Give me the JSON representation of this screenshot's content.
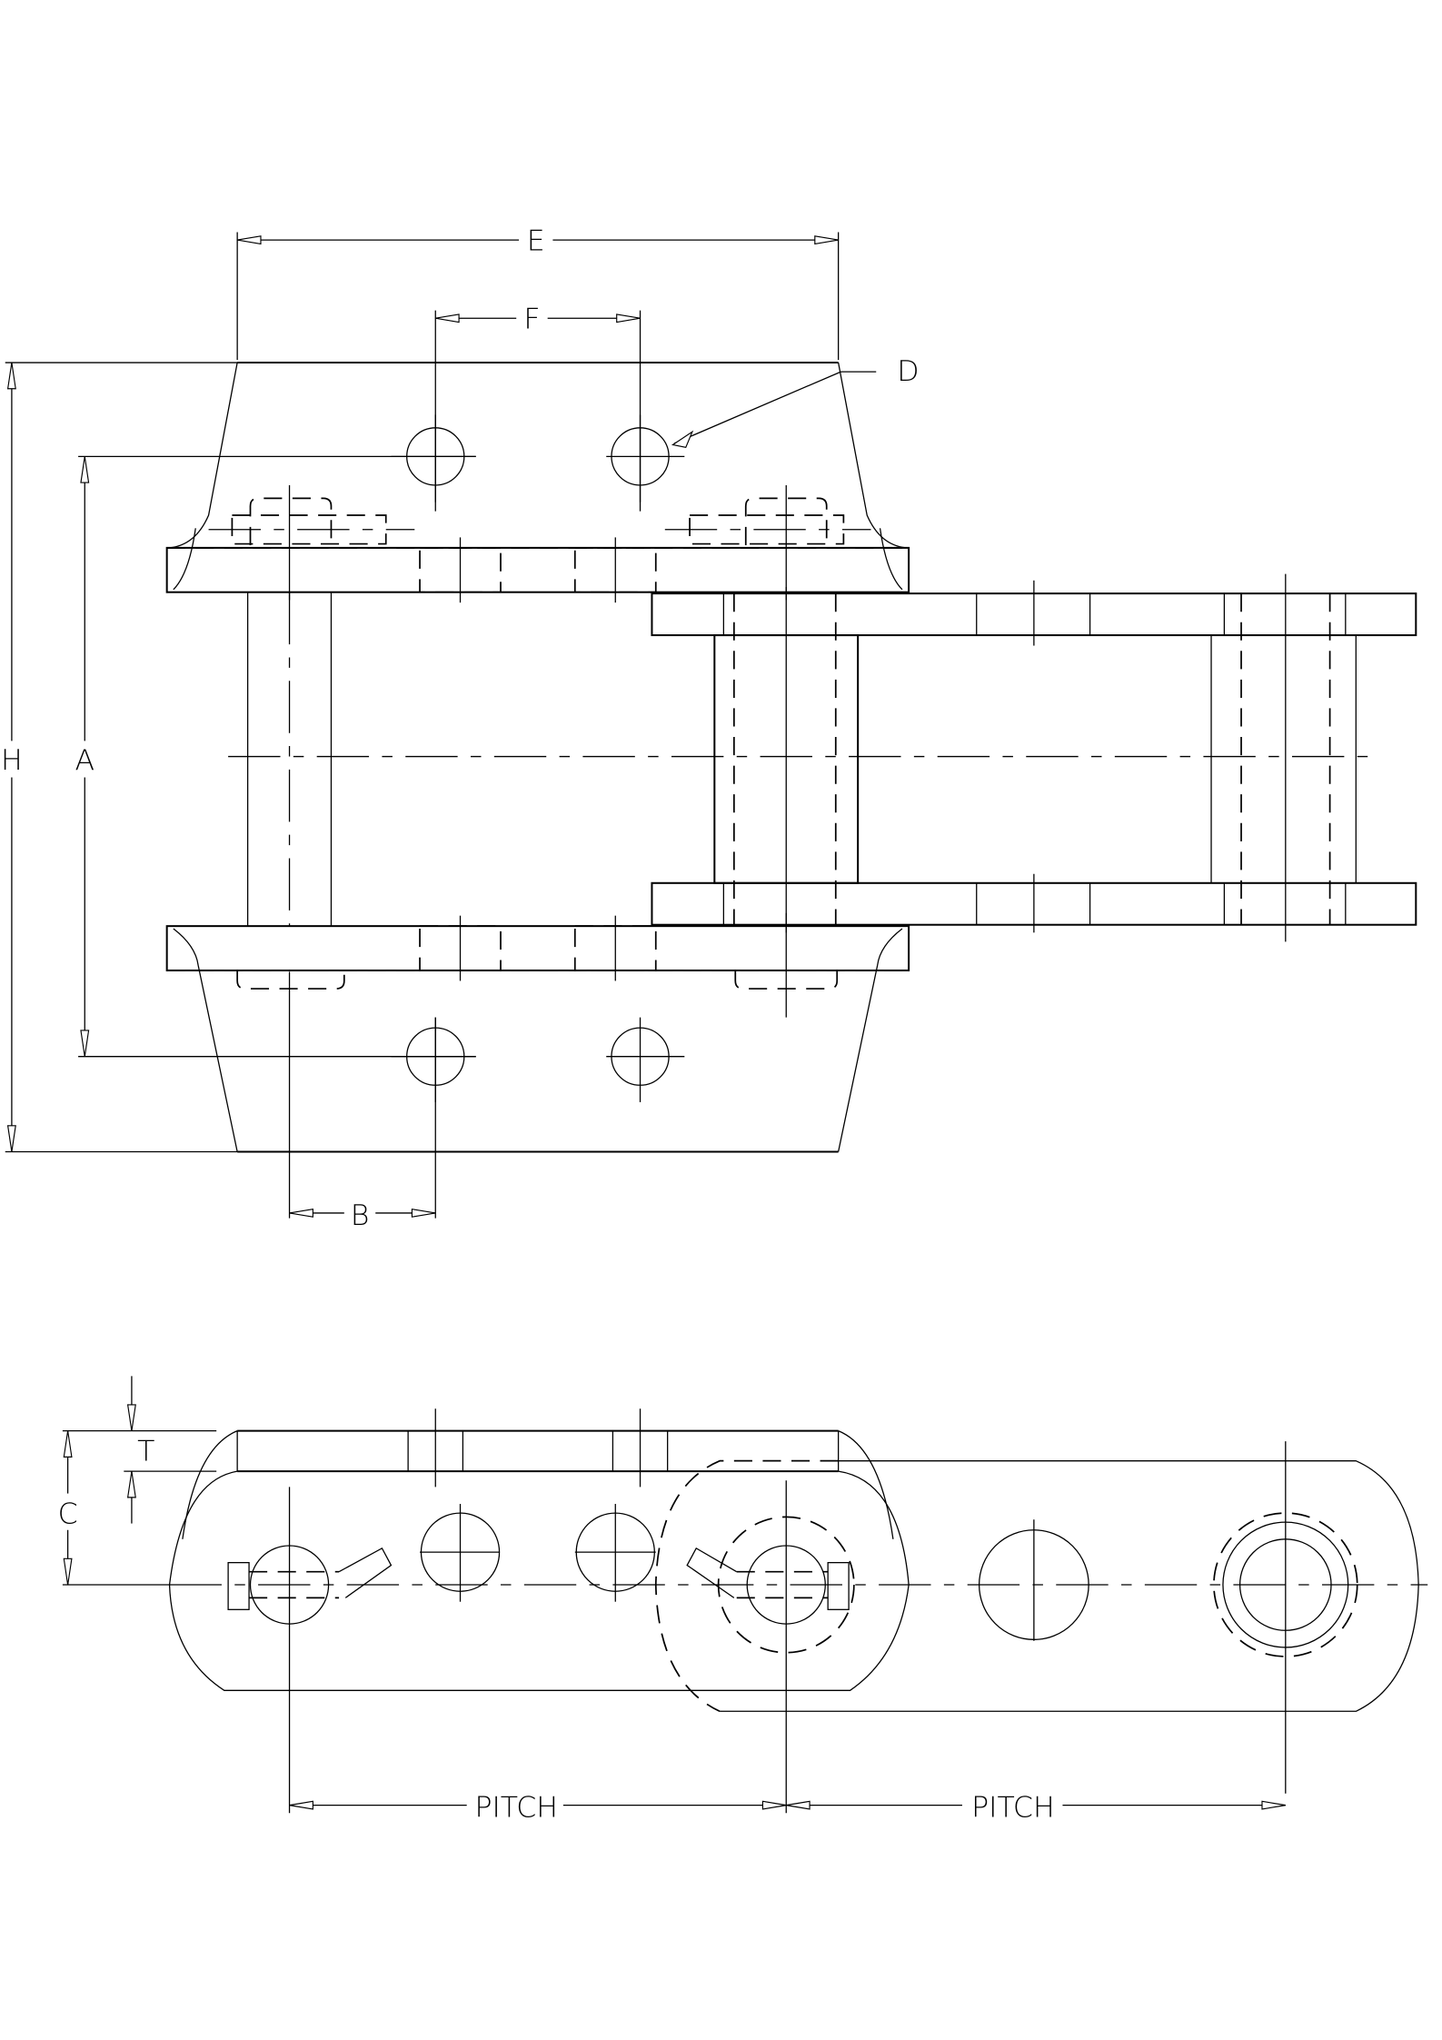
{
  "drawing": {
    "title": "Chain link attachment technical drawing",
    "line_color": "#000000",
    "background": "#ffffff"
  },
  "top_view": {
    "dimensions": {
      "E": "E",
      "F": "F",
      "D": "D",
      "H": "H",
      "A": "A",
      "B": "B"
    }
  },
  "side_view": {
    "dimensions": {
      "T": "T",
      "C": "C",
      "pitch_1": "PITCH",
      "pitch_2": "PITCH"
    }
  }
}
